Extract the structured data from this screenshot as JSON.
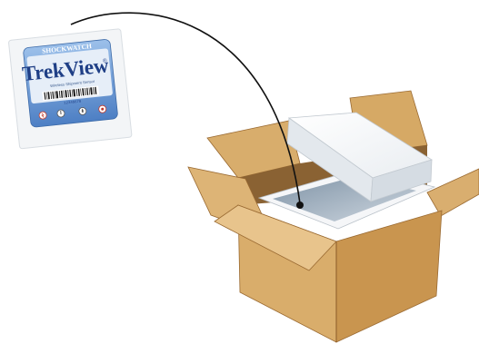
{
  "sensor_pouch": {
    "brand": "SHOCKWATCH",
    "product": "TrekView",
    "trademark": "®",
    "subtitle": "Wireless Shipment Sensor",
    "serial": "12345678",
    "icons": [
      "shock-icon",
      "temperature-icon",
      "humidity-icon",
      "light-icon"
    ],
    "colors": {
      "label_blue": "#5b8fd0",
      "pouch": "#f4f6f8",
      "logo_text": "#1f3f86"
    }
  },
  "box": {
    "colors": {
      "cardboard_light": "#e7c28b",
      "cardboard_mid": "#d3a460",
      "cardboard_dark": "#b37a3c",
      "foam": "#f6f7f8",
      "cavity": "#a9b8c7"
    }
  },
  "placement_arrow": {
    "color": "#111111"
  }
}
